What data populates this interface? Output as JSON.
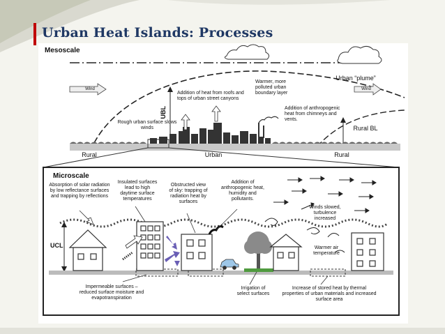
{
  "title": "Urban Heat Islands: Processes",
  "mesoscale": {
    "heading": "Mesoscale",
    "urban_plume": "Urban “plume”",
    "wind_left": "Wind",
    "wind_right": "Wind",
    "ubl": "UBL",
    "rural_bl": "Rural BL",
    "rural_left": "Rural",
    "urban": "Urban",
    "rural_right": "Rural",
    "note_roofs": "Addition of heat from roofs and tops of urban street canyons",
    "note_polluted": "Warmer, more polluted urban boundary layer",
    "note_rough": "Rough urban surface slows winds",
    "note_chimneys": "Addition of anthropogenic heat from chimneys and vents."
  },
  "microscale": {
    "heading": "Microscale",
    "note_absorption": "Absorption of solar radiation by low reflectance surfaces and trapping by reflections",
    "note_insulated": "Insulated surfaces lead to high daytime surface temperatures",
    "note_obstructed": "Obstructed view of sky: trapping of radiation heat by surfaces",
    "note_anthropogenic": "Addition of anthropogenic heat, humidity and pollutants.",
    "note_winds": "Winds slowed, turbulence increased",
    "note_warmer": "Warmer air temperature",
    "ucl": "UCL",
    "note_impermeable": "Impermeable surfaces – reduced surface moisture and evapotranspiration",
    "note_irrigation": "Irrigation of select surfaces",
    "note_stored": "Increase of stored heat by thermal properties of urban materials and increased surface area"
  },
  "colors": {
    "title": "#1f3864",
    "accent": "#c00000",
    "frame": "#222222"
  }
}
